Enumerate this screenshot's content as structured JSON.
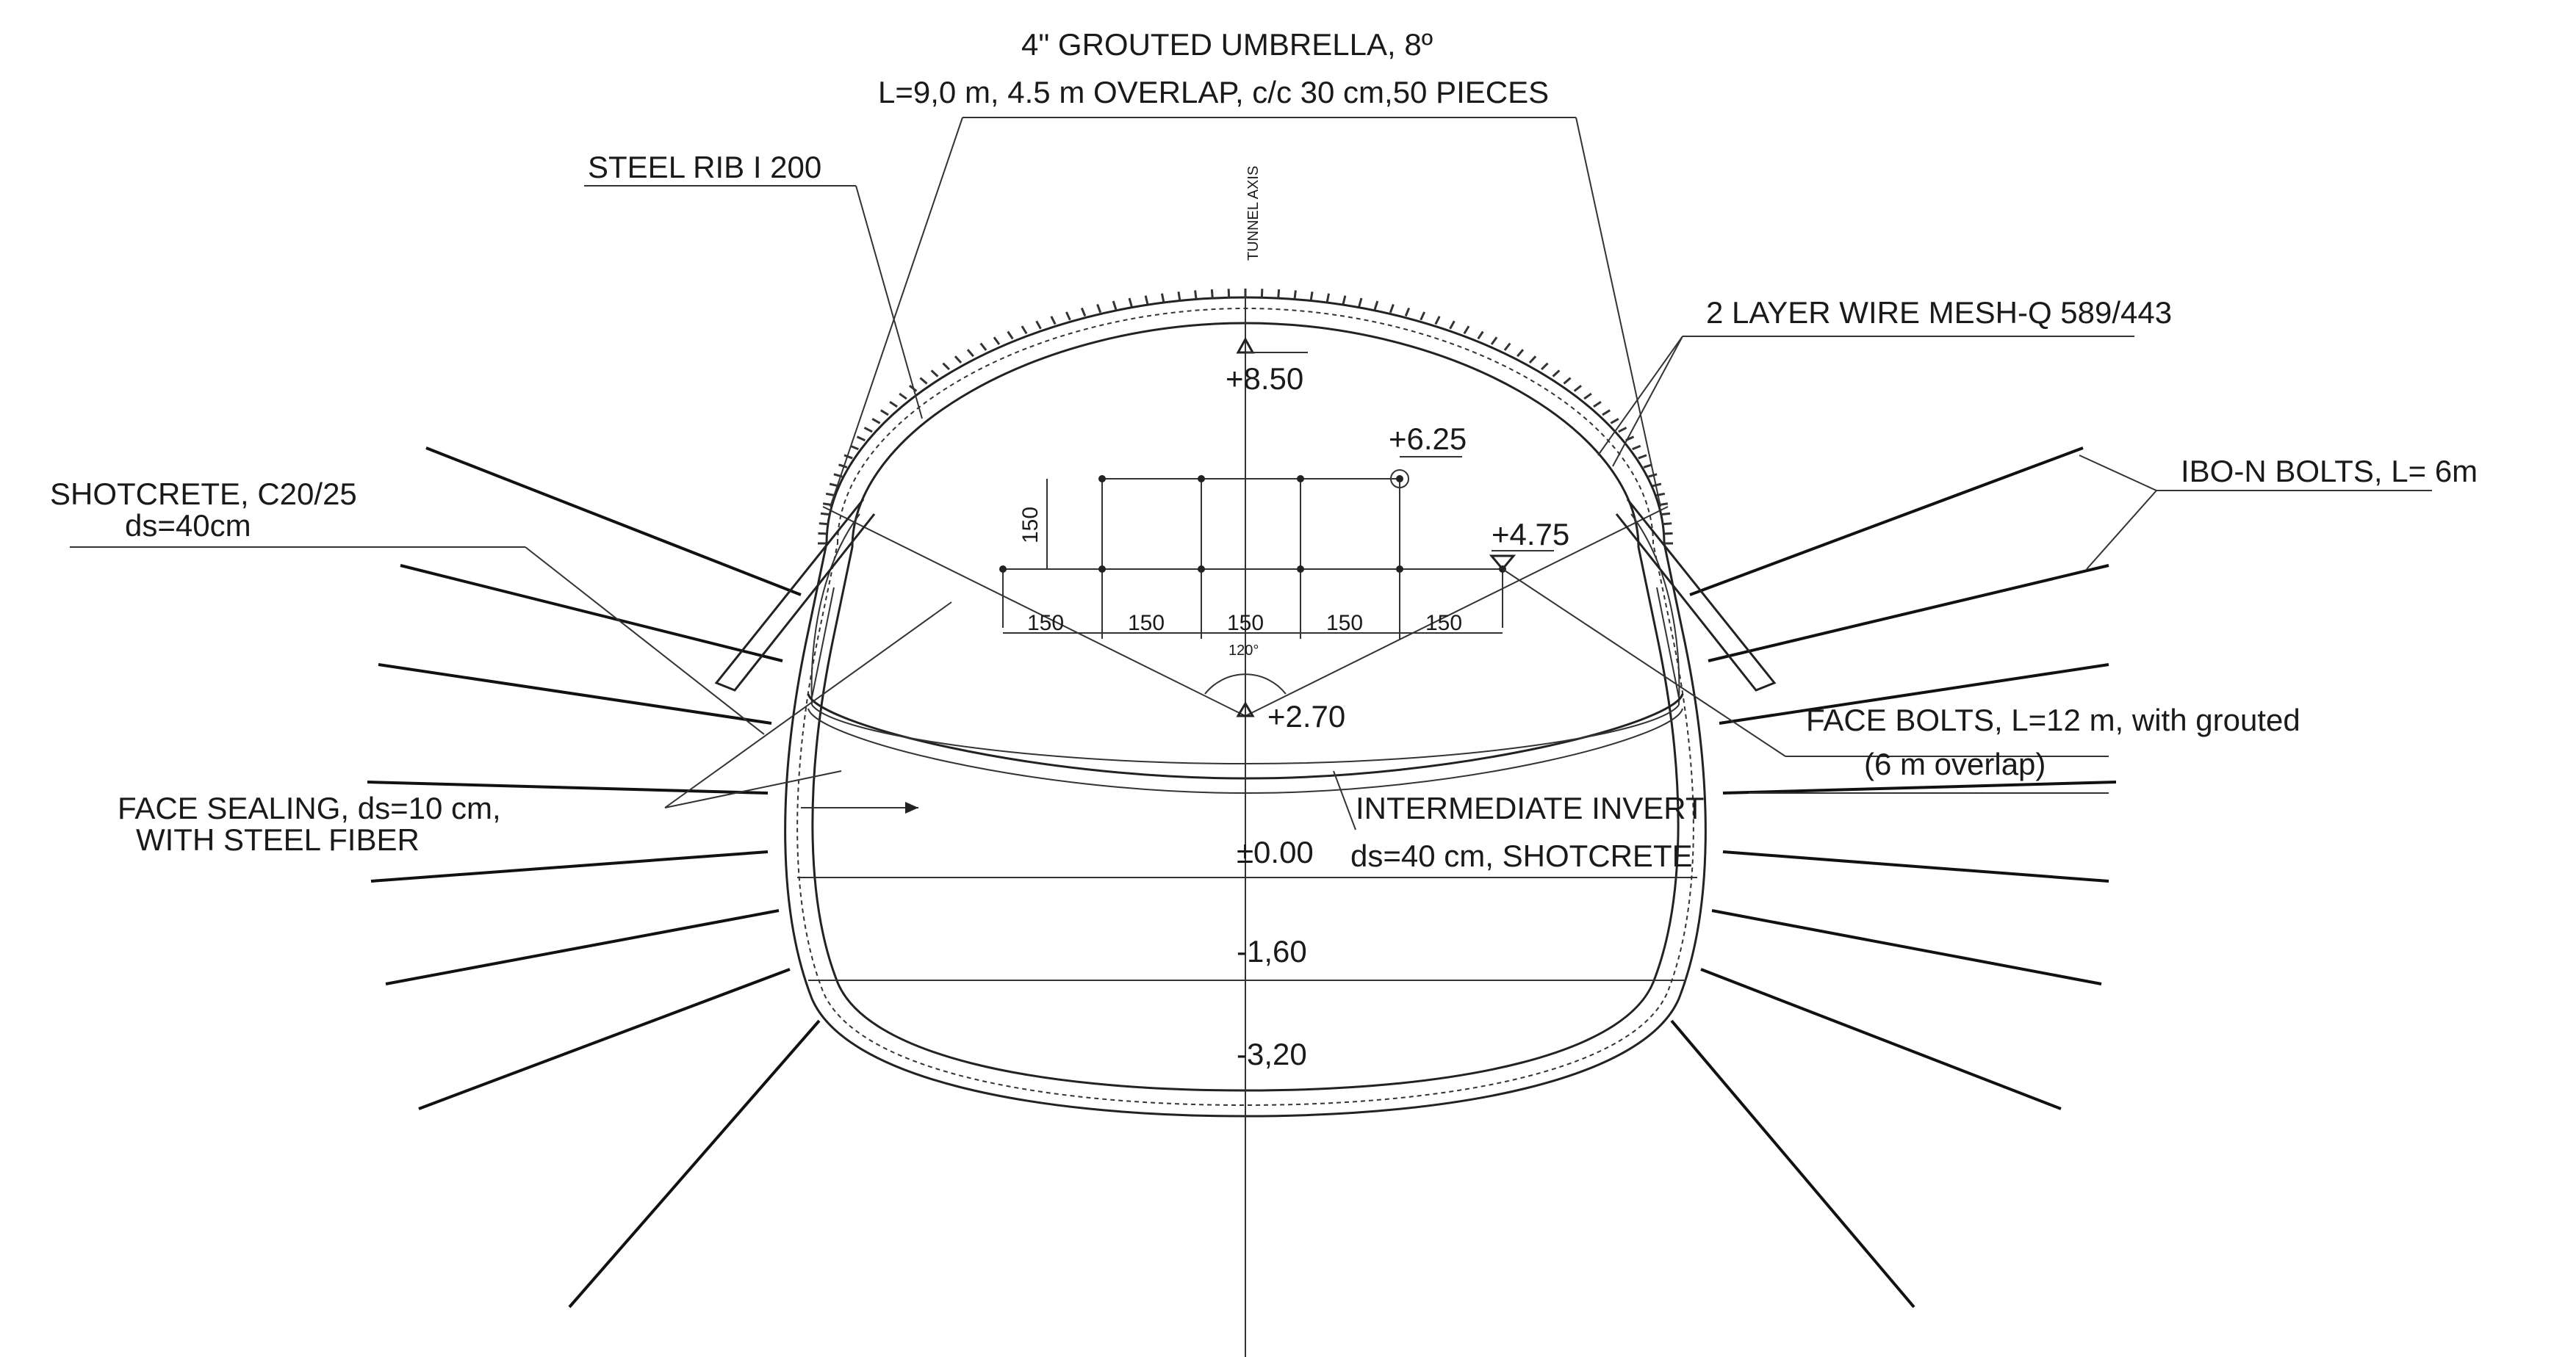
{
  "labels": {
    "umbrella_line1": "4\"  GROUTED UMBRELLA, 8º",
    "umbrella_line2": "L=9,0 m, 4.5 m  OVERLAP, c/c 30 cm,50 PIECES",
    "steel_rib": "STEEL RIB I 200",
    "tunnel_axis": "TUNNEL AXIS",
    "wire_mesh": "2 LAYER WIRE MESH-Q 589/443",
    "ibo_bolts": "IBO-N BOLTS, L= 6m",
    "shotcrete_line1": "SHOTCRETE, C20/25",
    "shotcrete_line2": "ds=40cm",
    "face_bolts_line1": "FACE BOLTS, L=12 m, with grouted",
    "face_bolts_line2": "(6 m overlap)",
    "face_sealing_line1": "FACE SEALING, ds=10 cm,",
    "face_sealing_line2": "WITH STEEL FIBER",
    "invert_line1": "INTERMEDIATE INVERT",
    "invert_line2": "ds=40 cm, SHOTCRETE"
  },
  "elevations": {
    "crown": "+8.50",
    "e625": "+6.25",
    "e475": "+4.75",
    "e270": "+2.70",
    "e000": "±0.00",
    "e160": "-1,60",
    "e320": "-3,20"
  },
  "dimensions": {
    "vertical": "150",
    "d1": "150",
    "d2": "150",
    "d3": "150",
    "d4": "150",
    "d5": "150",
    "angle": "120°"
  }
}
